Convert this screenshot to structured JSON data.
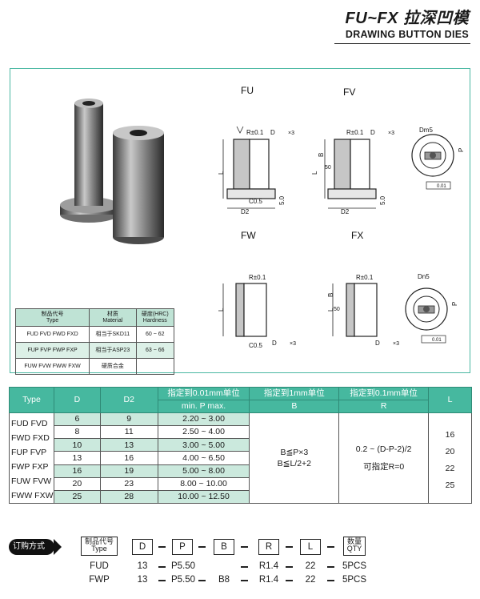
{
  "header": {
    "title": "FU~FX 拉深凹模",
    "subtitle": "DRAWING BUTTON DIES"
  },
  "drawing_labels": {
    "fu": "FU",
    "fv": "FV",
    "fw": "FW",
    "fx": "FX",
    "r01": "R±0.1",
    "r01b": "R±0.1",
    "r01c": "R±0.1",
    "r01d": "R±0.1",
    "c05": "C0.5",
    "c05b": "C0.5",
    "d_tol": "D",
    "d_tol_b": "D",
    "d_tol_c": "D",
    "d_tol_d": "D",
    "d2": "D2",
    "d2b": "D2",
    "l1": "L",
    "l2": "L",
    "l3": "L",
    "l4": "L",
    "fifty1": "5.0",
    "fifty2": "5.0",
    "b1": "B",
    "b2": "B",
    "deg50a": "50",
    "deg50b": "50",
    "dn5a": "Dm5",
    "dn5b": "Dn5",
    "p1": "P",
    "p2": "P",
    "x3": "×3",
    "x3b": "×3",
    "x3c": "×3",
    "x3d": "×3",
    "flat_a": "0.01",
    "flat_b": "0.01"
  },
  "materials": {
    "headers": [
      {
        "cn": "制品代号",
        "en": "Type"
      },
      {
        "cn": "材质",
        "en": "Material"
      },
      {
        "cn": "硬度(HRC)",
        "en": "Hardness"
      }
    ],
    "rows": [
      {
        "type": "FUD FVD FWD FXD",
        "material": "相当于SKD11",
        "hardness": "60 ~ 62"
      },
      {
        "type": "FUP FVP FWP FXP",
        "material": "相当于ASP23",
        "hardness": "63 ~ 66"
      },
      {
        "type": "FUW FVW FWW FXW",
        "material": "硬质合金",
        "hardness": ""
      }
    ]
  },
  "spec": {
    "headers": {
      "type": "Type",
      "d": "D",
      "d2": "D2",
      "p_top": "指定到0.01mm单位",
      "p_bot": "min. P max.",
      "b_top": "指定到1mm单位",
      "b_bot": "B",
      "r_top": "指定到0.1mm单位",
      "r_bot": "R",
      "l": "L"
    },
    "types": [
      "FUD FVD",
      "FWD FXD",
      "FUP FVP",
      "FWP FXP",
      "FUW FVW",
      "FWW FXW"
    ],
    "rows": [
      {
        "d": "6",
        "d2": "9",
        "p": "2.20 ~ 3.00"
      },
      {
        "d": "8",
        "d2": "11",
        "p": "2.50 ~ 4.00"
      },
      {
        "d": "10",
        "d2": "13",
        "p": "3.00 ~ 5.00"
      },
      {
        "d": "13",
        "d2": "16",
        "p": "4.00 ~ 6.50"
      },
      {
        "d": "16",
        "d2": "19",
        "p": "5.00 ~ 8.00"
      },
      {
        "d": "20",
        "d2": "23",
        "p": "8.00 ~ 10.00"
      },
      {
        "d": "25",
        "d2": "28",
        "p": "10.00 ~ 12.50"
      }
    ],
    "b_line1": "B≦P×3",
    "b_line2": "B≦L/2+2",
    "r_line1": "0.2 ~ (D-P-2)/2",
    "r_line2": "可指定R=0",
    "l_values": [
      "16",
      "20",
      "22",
      "25"
    ]
  },
  "order": {
    "badge": "订购方式",
    "type_cn": "制品代号",
    "type_en": "Type",
    "d": "D",
    "p": "P",
    "b": "B",
    "r": "R",
    "l": "L",
    "qty_cn": "数量",
    "qty_en": "QTY",
    "examples": [
      {
        "type": "FUD",
        "d": "13",
        "p": "P5.50",
        "b": "",
        "r": "R1.4",
        "l": "22",
        "qty": "5PCS"
      },
      {
        "type": "FWP",
        "d": "13",
        "p": "P5.50",
        "b": "B8",
        "r": "R1.4",
        "l": "22",
        "qty": "5PCS"
      }
    ]
  }
}
